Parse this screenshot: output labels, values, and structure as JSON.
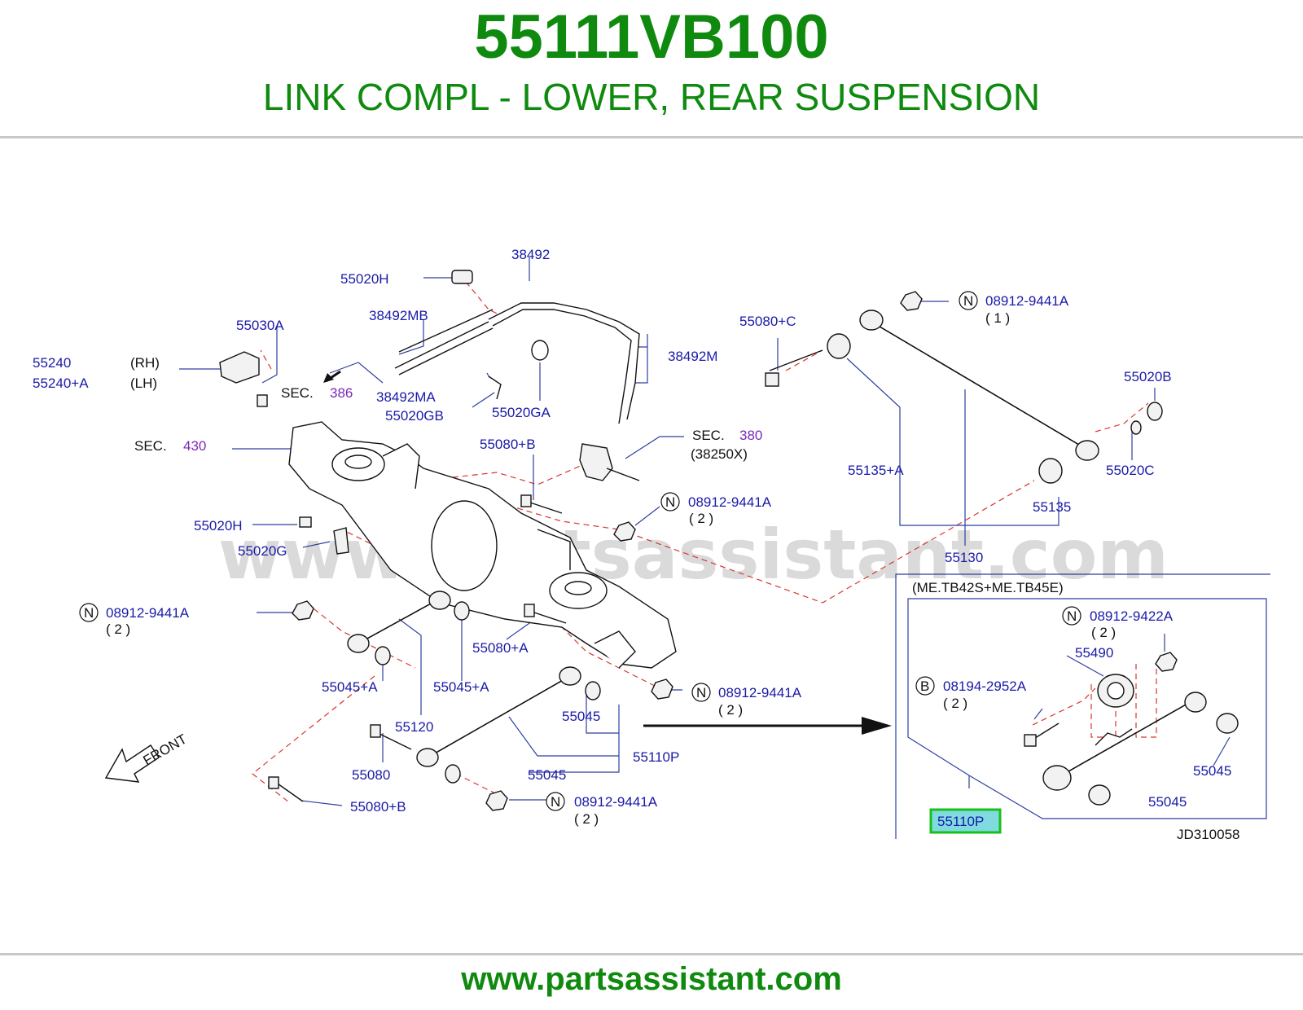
{
  "header": {
    "part_number": "55111VB100",
    "description": "LINK COMPL - LOWER, REAR SUSPENSION"
  },
  "watermark": "www.partsassistant.com",
  "footer": {
    "url": "www.partsassistant.com"
  },
  "callouts": {
    "p38492": "38492",
    "p55020H_top": "55020H",
    "p38492MB": "38492MB",
    "p55030A": "55030A",
    "p55240": "55240",
    "rh": "(RH)",
    "p55240A": "55240+A",
    "lh": "(LH)",
    "sec386_label": "SEC.",
    "sec386_num": "386",
    "p38492MA": "38492MA",
    "p55020GB": "55020GB",
    "p55020GA": "55020GA",
    "p38492M": "38492M",
    "sec430_label": "SEC.",
    "sec430_num": "430",
    "p55080B_mid": "55080+B",
    "sec380_label": "SEC.",
    "sec380_num": "380",
    "sec380_sub": "(38250X)",
    "n1_code": "08912-9441A",
    "n1_qty": "( 2 )",
    "p55020H_mid": "55020H",
    "p55020G": "55020G",
    "n2_code": "08912-9441A",
    "n2_qty": "( 2 )",
    "p55080A": "55080+A",
    "p55045A_l": "55045+A",
    "p55045A_r": "55045+A",
    "p55120": "55120",
    "p55045_mid": "55045",
    "n3_code": "08912-9441A",
    "n3_qty": "( 2 )",
    "p55080": "55080",
    "p55045_low": "55045",
    "p55110P_main": "55110P",
    "n4_code": "08912-9441A",
    "n4_qty": "( 2 )",
    "p55080B_low": "55080+B",
    "front": "FRONT",
    "p55080C": "55080+C",
    "n5_code": "08912-9441A",
    "n5_qty": "( 1 )",
    "p55020B": "55020B",
    "p55020C": "55020C",
    "p55135A": "55135+A",
    "p55135": "55135",
    "p55130": "55130",
    "inset_title": "(ME.TB42S+ME.TB45E)",
    "n6_code": "08912-9422A",
    "n6_qty": "( 2 )",
    "p55490": "55490",
    "b1_code": "08194-2952A",
    "b1_qty": "( 2 )",
    "p55045_inset_r": "55045",
    "p55045_inset_b": "55045",
    "p55110P_highlight": "55110P",
    "diagram_id": "JD310058",
    "circle_n": "N",
    "circle_b": "B"
  },
  "colors": {
    "title_green": "#0f8a0f",
    "callout_blue": "#1a1aa8",
    "section_purple": "#7a28b8",
    "leader_red": "#d9352c",
    "highlight_green": "#19c019",
    "highlight_fill": "#7fdbe0"
  }
}
